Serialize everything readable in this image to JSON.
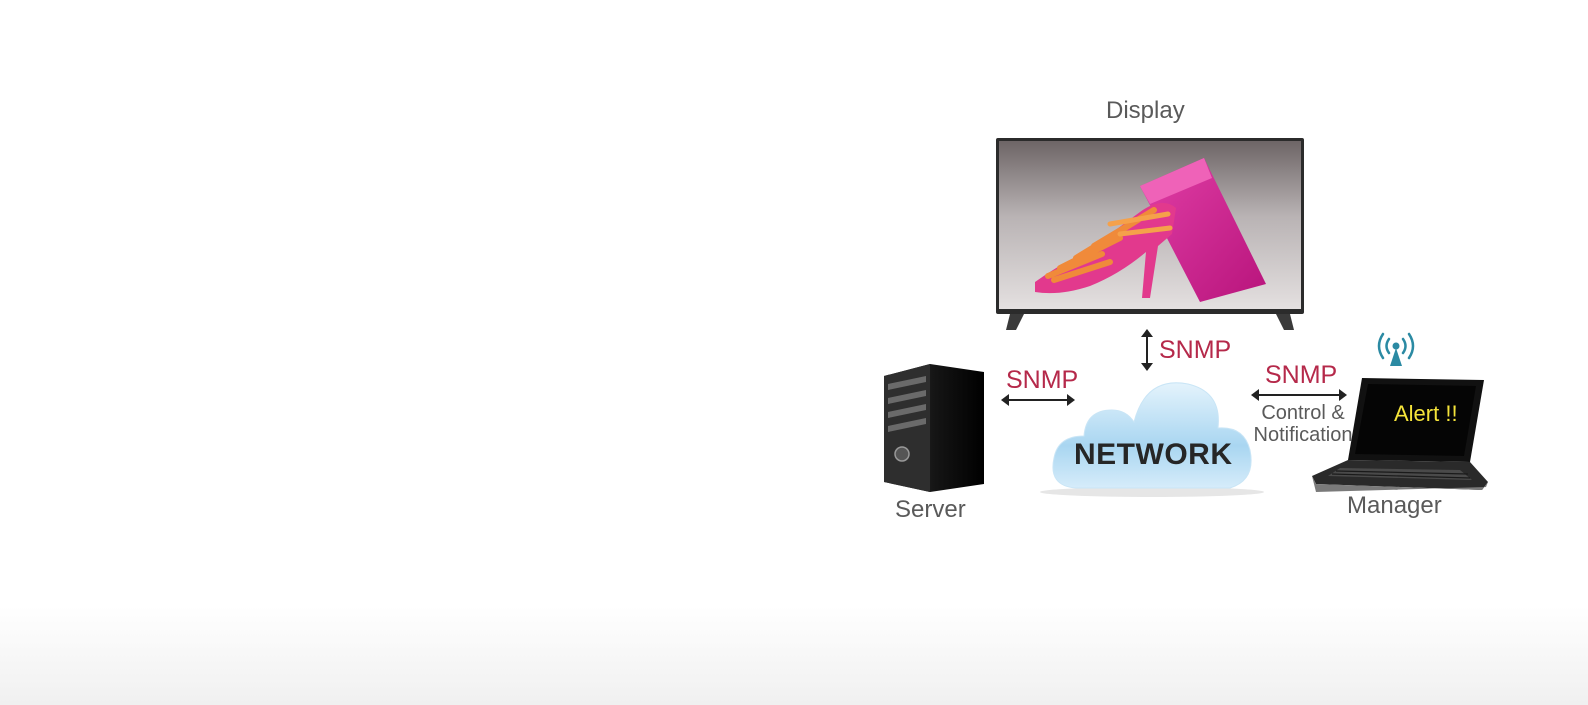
{
  "labels": {
    "display": "Display",
    "server": "Server",
    "manager": "Manager",
    "network": "NETWORK"
  },
  "links": {
    "server_display": "SNMP",
    "display_network": "SNMP",
    "network_manager": "SNMP",
    "manager_note_line1": "Control &",
    "manager_note_line2": "Notification"
  },
  "laptop_screen_text": "Alert !!",
  "icons": [
    "tv-display-icon",
    "server-tower-icon",
    "network-cloud-icon",
    "laptop-icon",
    "wireless-signal-icon"
  ],
  "colors": {
    "protocol_text": "#b5294a",
    "label_text": "#5a5a5a",
    "alert_text": "#f5e43a",
    "signal_icon": "#2b8aa3",
    "cloud": "#bfe0f4"
  }
}
